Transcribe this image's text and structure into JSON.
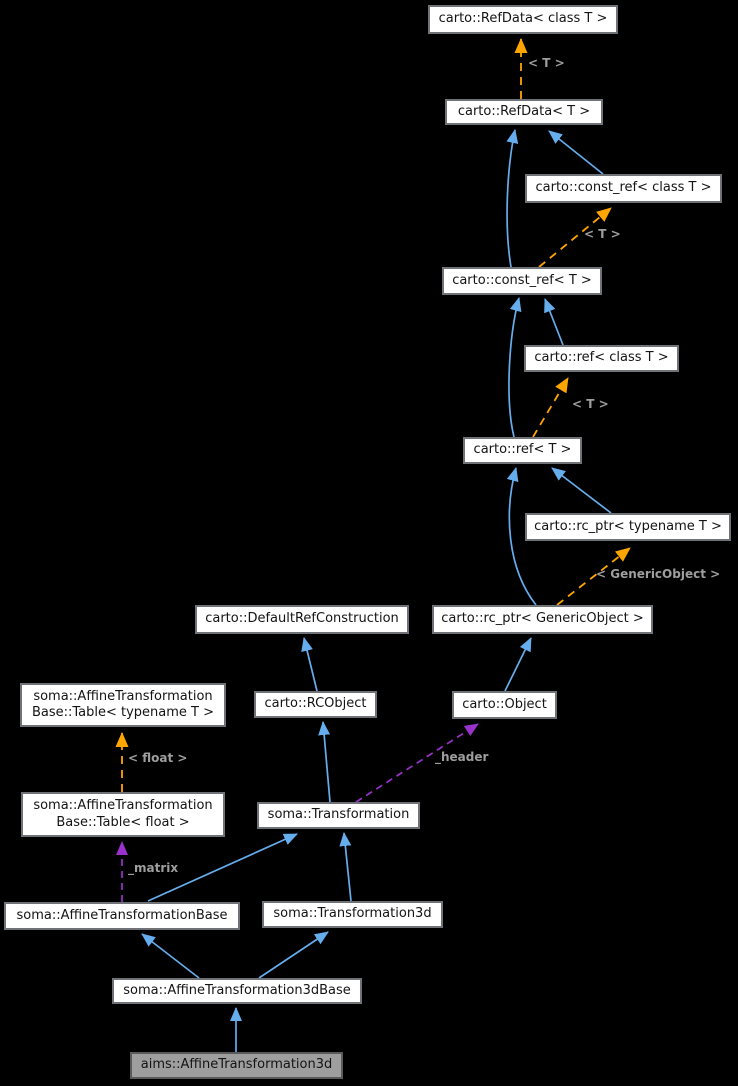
{
  "diagram": {
    "type": "class-inheritance-graph",
    "colors": {
      "background": "#000000",
      "node_background": "#ffffff",
      "node_border": "#6f7276",
      "node_text": "#141414",
      "current_node_background": "#9e9e9e",
      "inheritance_edge": "#66aded",
      "template_edge": "#ffa500",
      "usage_edge": "#9932cc",
      "edge_label_text": "#9e9e9e"
    },
    "nodes": {
      "refdata_class_t": {
        "label": "carto::RefData< class T >"
      },
      "refdata_t": {
        "label": "carto::RefData< T >"
      },
      "const_ref_class_t": {
        "label": "carto::const_ref< class T >"
      },
      "const_ref_t": {
        "label": "carto::const_ref< T >"
      },
      "ref_class_t": {
        "label": "carto::ref< class T >"
      },
      "ref_t": {
        "label": "carto::ref< T >"
      },
      "rc_ptr_typename_t": {
        "label": "carto::rc_ptr< typename T >"
      },
      "default_ref_construction": {
        "label": "carto::DefaultRefConstruction"
      },
      "rc_ptr_generic_object": {
        "label": "carto::rc_ptr< GenericObject >"
      },
      "table_typename_t": {
        "line1": "soma::AffineTransformation",
        "line2": "Base::Table< typename T >"
      },
      "rcobject": {
        "label": "carto::RCObject"
      },
      "object": {
        "label": "carto::Object"
      },
      "table_float": {
        "line1": "soma::AffineTransformation",
        "line2": "Base::Table< float >"
      },
      "transformation": {
        "label": "soma::Transformation"
      },
      "affine_transformation_base": {
        "label": "soma::AffineTransformationBase"
      },
      "transformation3d": {
        "label": "soma::Transformation3d"
      },
      "affine_transformation_3d_base": {
        "label": "soma::AffineTransformation3dBase"
      },
      "aims_affine_transformation3d": {
        "label": "aims::AffineTransformation3d"
      }
    },
    "edge_labels": {
      "refdata_instance": "< T >",
      "const_ref_instance": "< T >",
      "ref_instance": "< T >",
      "rc_ptr_instance": "< GenericObject >",
      "table_instance": "< float >",
      "header_member": "_header",
      "matrix_member": "_matrix"
    }
  }
}
